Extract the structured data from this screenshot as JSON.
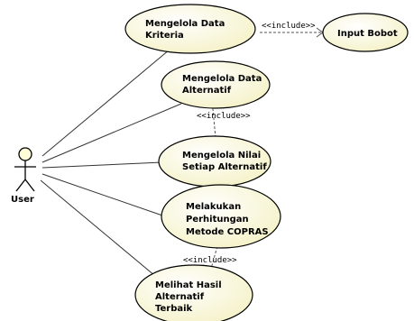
{
  "actor": {
    "label": "User"
  },
  "use_cases": [
    {
      "id": "uc1",
      "lines": [
        "Mengelola Data",
        "Kriteria"
      ]
    },
    {
      "id": "uc_bobot",
      "lines": [
        "Input Bobot"
      ]
    },
    {
      "id": "uc2",
      "lines": [
        "Mengelola Data",
        "Alternatif"
      ]
    },
    {
      "id": "uc3",
      "lines": [
        "Mengelola Nilai",
        "Setiap Alternatif"
      ]
    },
    {
      "id": "uc4",
      "lines": [
        "Melakukan",
        "Perhitungan",
        "Metode COPRAS"
      ]
    },
    {
      "id": "uc5",
      "lines": [
        "Melihat Hasil",
        "Alternatif",
        "Terbaik"
      ]
    }
  ],
  "relations": {
    "include_1": "<<include>>",
    "include_2": "<<include>>",
    "include_3": "<<include>>"
  },
  "colors": {
    "usecase_fill": "#fdfdd8",
    "usecase_stroke": "#000000",
    "actor_fill": "#fdfdd8"
  }
}
